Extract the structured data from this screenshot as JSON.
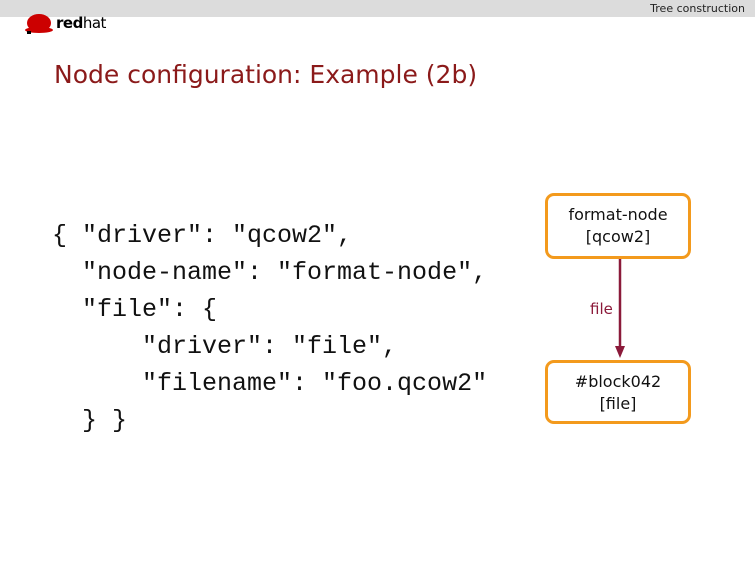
{
  "header": {
    "section": "Tree construction",
    "logo_text_bold": "red",
    "logo_text": "hat"
  },
  "slide": {
    "title": "Node configuration: Example (2b)",
    "code": [
      "{ \"driver\": \"qcow2\",",
      "  \"node-name\": \"format-node\",",
      "  \"file\": {",
      "      \"driver\": \"file\",",
      "      \"filename\": \"foo.qcow2\"",
      "  } }"
    ],
    "diagram": {
      "nodes": [
        {
          "line1": "format-node",
          "line2": "[qcow2]"
        },
        {
          "line1": "#block042",
          "line2": "[file]"
        }
      ],
      "edge_label": "file"
    }
  },
  "colors": {
    "title": "#8b1a1a",
    "node_border": "#f39a1d",
    "edge": "#8b1a3a"
  }
}
